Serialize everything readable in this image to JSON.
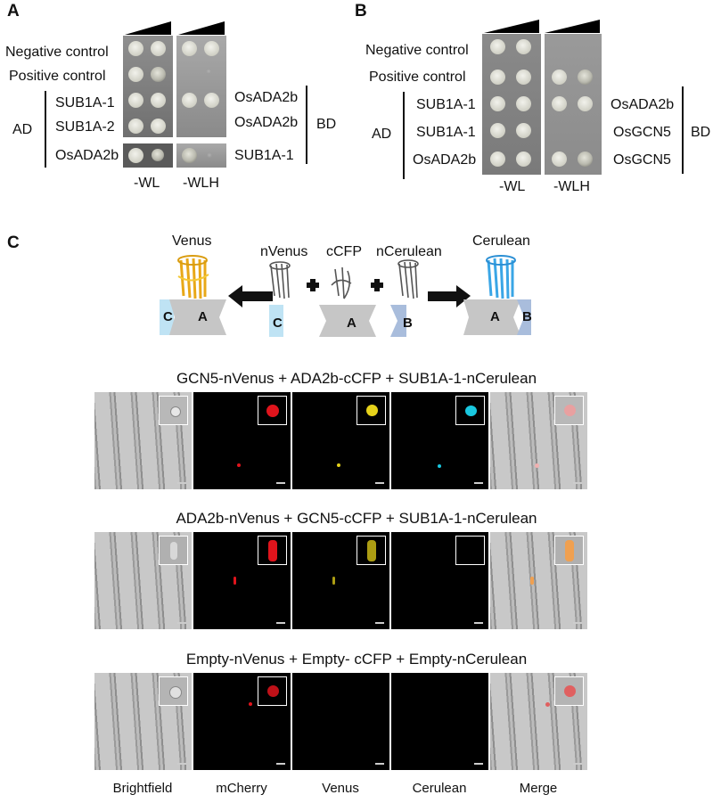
{
  "panel_a": {
    "letter": "A",
    "row_labels": [
      "Negative control",
      "Positive control",
      "SUB1A-1",
      "SUB1A-2",
      "OsADA2b"
    ],
    "left_group": "AD",
    "right_labels": [
      "OsADA2b",
      "OsADA2b",
      "SUB1A-1"
    ],
    "right_group": "BD",
    "media": [
      "-WL",
      "-WLH"
    ]
  },
  "panel_b": {
    "letter": "B",
    "row_labels": [
      "Negative control",
      "Positive control",
      "SUB1A-1",
      "SUB1A-1",
      "OsADA2b"
    ],
    "left_group": "AD",
    "right_labels": [
      "OsADA2b",
      "OsGCN5",
      "OsGCN5"
    ],
    "right_group": "BD",
    "media": [
      "-WL",
      "-WLH"
    ]
  },
  "panel_c": {
    "letter": "C",
    "diagram": {
      "venus": "Venus",
      "cerulean": "Cerulean",
      "nvenus": "nVenus",
      "ccfp": "cCFP",
      "ncerulean": "nCerulean",
      "box_a": "A",
      "box_b": "B",
      "box_c": "C"
    },
    "rows": [
      {
        "title": "GCN5-nVenus + ADA2b-cCFP + SUB1A-1-nCerulean"
      },
      {
        "title": "ADA2b-nVenus + GCN5-cCFP + SUB1A-1-nCerulean"
      },
      {
        "title": "Empty-nVenus + Empty- cCFP + Empty-nCerulean"
      }
    ],
    "columns": [
      "Brightfield",
      "mCherry",
      "Venus",
      "Cerulean",
      "Merge"
    ],
    "colors": {
      "mcherry": "#e0141c",
      "venus": "#e6d21a",
      "cerulean": "#19c8e0"
    }
  }
}
